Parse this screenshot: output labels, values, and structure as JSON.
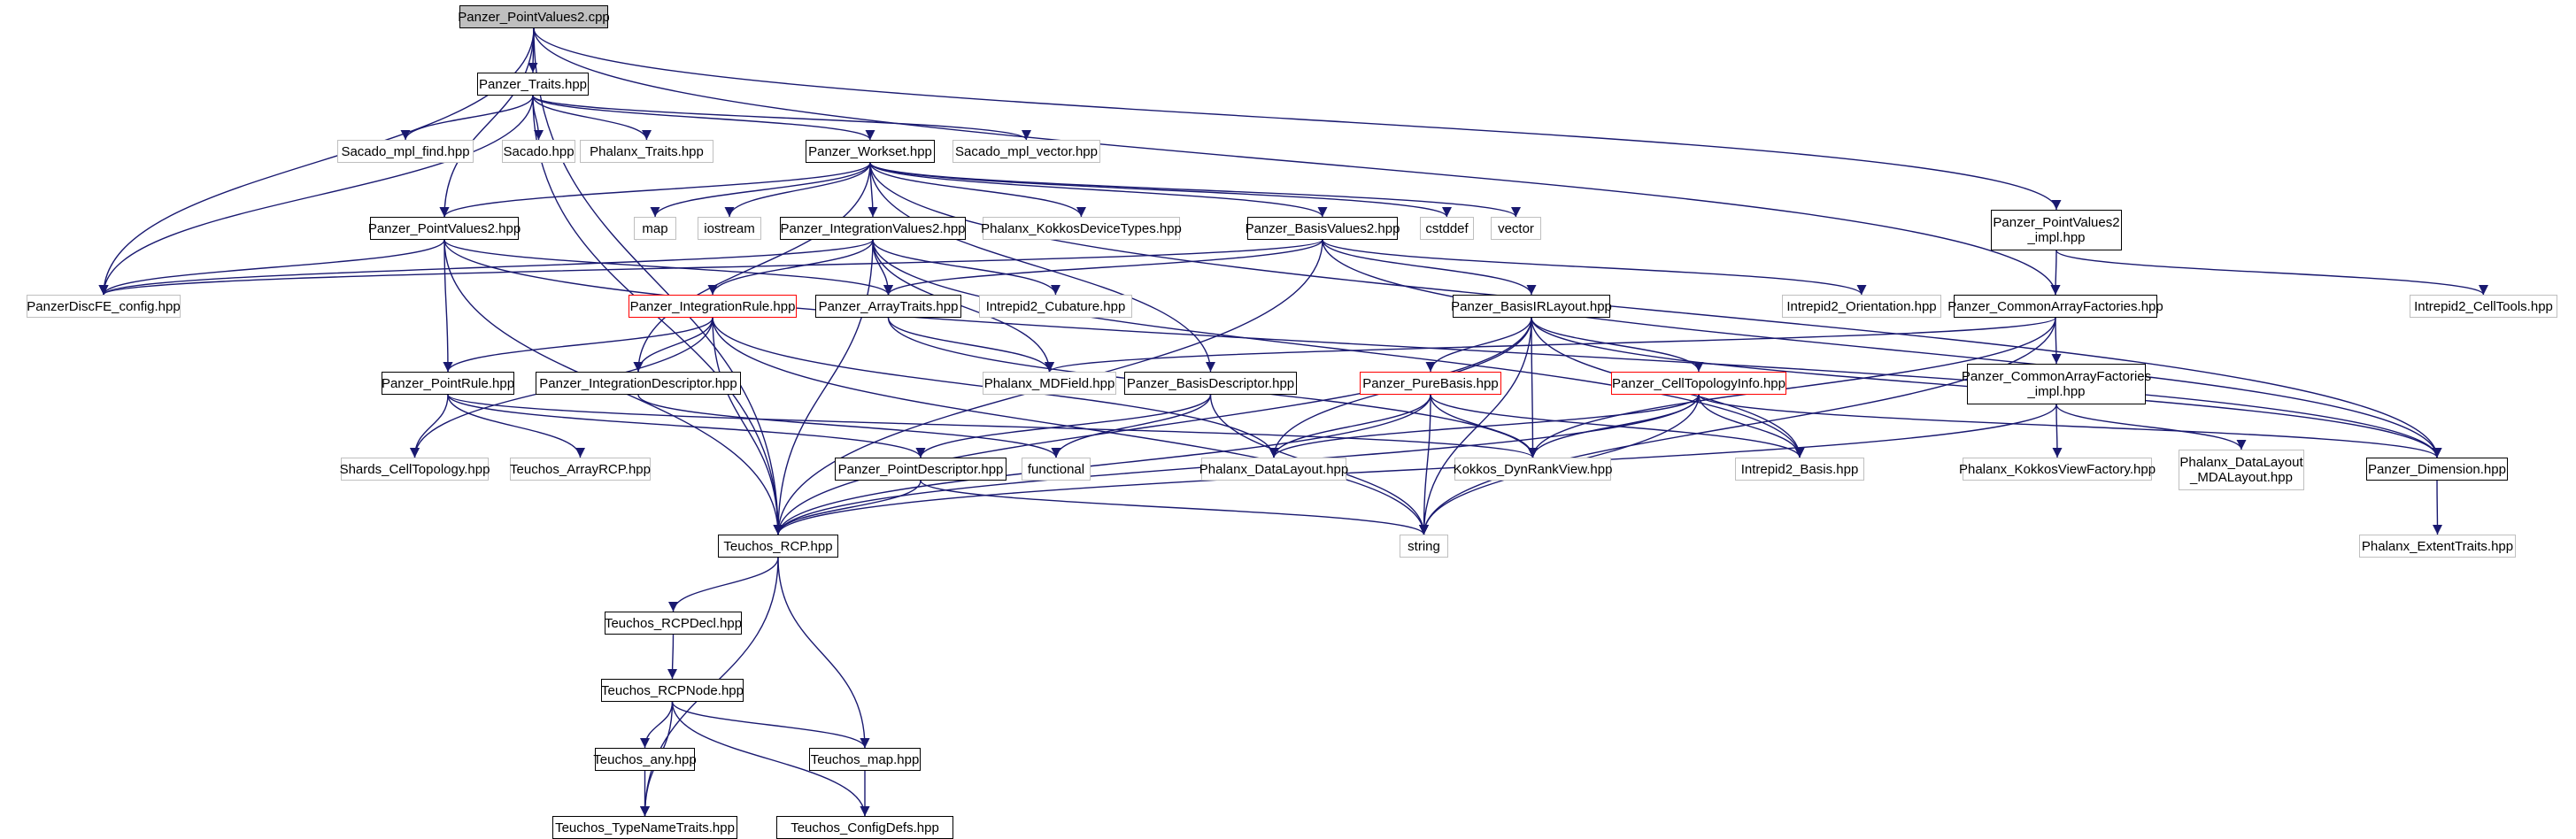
{
  "graph": {
    "edge_color": "#191970",
    "nodes": [
      {
        "id": "root",
        "label": "Panzer_PointValues2.cpp",
        "kind": "root"
      },
      {
        "id": "traits",
        "label": "Panzer_Traits.hpp",
        "kind": "normal"
      },
      {
        "id": "mplfind",
        "label": "Sacado_mpl_find.hpp",
        "kind": "ext"
      },
      {
        "id": "sacado",
        "label": "Sacado.hpp",
        "kind": "ext"
      },
      {
        "id": "phtraits",
        "label": "Phalanx_Traits.hpp",
        "kind": "ext"
      },
      {
        "id": "workset",
        "label": "Panzer_Workset.hpp",
        "kind": "normal"
      },
      {
        "id": "mplvector",
        "label": "Sacado_mpl_vector.hpp",
        "kind": "ext"
      },
      {
        "id": "pv2",
        "label": "Panzer_PointValues2.hpp",
        "kind": "normal"
      },
      {
        "id": "map",
        "label": "map",
        "kind": "ext"
      },
      {
        "id": "iostream",
        "label": "iostream",
        "kind": "ext"
      },
      {
        "id": "iv2",
        "label": "Panzer_IntegrationValues2.hpp",
        "kind": "normal"
      },
      {
        "id": "kdt",
        "label": "Phalanx_KokkosDeviceTypes.hpp",
        "kind": "ext"
      },
      {
        "id": "bv2",
        "label": "Panzer_BasisValues2.hpp",
        "kind": "normal"
      },
      {
        "id": "cstddef",
        "label": "cstddef",
        "kind": "ext"
      },
      {
        "id": "vector",
        "label": "vector",
        "kind": "ext"
      },
      {
        "id": "pvimpl",
        "label": "Panzer_PointValues2\n_impl.hpp",
        "kind": "normal"
      },
      {
        "id": "discfe",
        "label": "PanzerDiscFE_config.hpp",
        "kind": "ext"
      },
      {
        "id": "intrule",
        "label": "Panzer_IntegrationRule.hpp",
        "kind": "missing"
      },
      {
        "id": "arraytraits",
        "label": "Panzer_ArrayTraits.hpp",
        "kind": "normal"
      },
      {
        "id": "cubature",
        "label": "Intrepid2_Cubature.hpp",
        "kind": "ext"
      },
      {
        "id": "birl",
        "label": "Panzer_BasisIRLayout.hpp",
        "kind": "normal"
      },
      {
        "id": "orient",
        "label": "Intrepid2_Orientation.hpp",
        "kind": "ext"
      },
      {
        "id": "caf",
        "label": "Panzer_CommonArrayFactories.hpp",
        "kind": "normal"
      },
      {
        "id": "celltools",
        "label": "Intrepid2_CellTools.hpp",
        "kind": "ext"
      },
      {
        "id": "mdfield",
        "label": "Phalanx_MDField.hpp",
        "kind": "ext"
      },
      {
        "id": "pointrule",
        "label": "Panzer_PointRule.hpp",
        "kind": "normal"
      },
      {
        "id": "intdesc",
        "label": "Panzer_IntegrationDescriptor.hpp",
        "kind": "normal"
      },
      {
        "id": "basisdesc",
        "label": "Panzer_BasisDescriptor.hpp",
        "kind": "normal"
      },
      {
        "id": "purebasis",
        "label": "Panzer_PureBasis.hpp",
        "kind": "missing"
      },
      {
        "id": "celltopo",
        "label": "Panzer_CellTopologyInfo.hpp",
        "kind": "missing"
      },
      {
        "id": "cafimpl",
        "label": "Panzer_CommonArrayFactories\n_impl.hpp",
        "kind": "normal"
      },
      {
        "id": "shards",
        "label": "Shards_CellTopology.hpp",
        "kind": "ext"
      },
      {
        "id": "arrayrcp",
        "label": "Teuchos_ArrayRCP.hpp",
        "kind": "ext"
      },
      {
        "id": "pointdesc",
        "label": "Panzer_PointDescriptor.hpp",
        "kind": "normal"
      },
      {
        "id": "functional",
        "label": "functional",
        "kind": "ext"
      },
      {
        "id": "datalayout",
        "label": "Phalanx_DataLayout.hpp",
        "kind": "ext"
      },
      {
        "id": "dynrank",
        "label": "Kokkos_DynRankView.hpp",
        "kind": "ext"
      },
      {
        "id": "ibasis",
        "label": "Intrepid2_Basis.hpp",
        "kind": "ext"
      },
      {
        "id": "kvf",
        "label": "Phalanx_KokkosViewFactory.hpp",
        "kind": "ext"
      },
      {
        "id": "mdalayout",
        "label": "Phalanx_DataLayout\n_MDALayout.hpp",
        "kind": "ext"
      },
      {
        "id": "dimension",
        "label": "Panzer_Dimension.hpp",
        "kind": "normal"
      },
      {
        "id": "rcp",
        "label": "Teuchos_RCP.hpp",
        "kind": "normal"
      },
      {
        "id": "string",
        "label": "string",
        "kind": "ext"
      },
      {
        "id": "extent",
        "label": "Phalanx_ExtentTraits.hpp",
        "kind": "ext"
      },
      {
        "id": "rcpdecl",
        "label": "Teuchos_RCPDecl.hpp",
        "kind": "normal"
      },
      {
        "id": "rcpnode",
        "label": "Teuchos_RCPNode.hpp",
        "kind": "normal"
      },
      {
        "id": "any",
        "label": "Teuchos_any.hpp",
        "kind": "normal"
      },
      {
        "id": "tmap",
        "label": "Teuchos_map.hpp",
        "kind": "normal"
      },
      {
        "id": "typename",
        "label": "Teuchos_TypeNameTraits.hpp",
        "kind": "normal"
      },
      {
        "id": "configdefs",
        "label": "Teuchos_ConfigDefs.hpp",
        "kind": "normal"
      }
    ],
    "edges": [
      [
        "root",
        "traits"
      ],
      [
        "root",
        "pv2"
      ],
      [
        "root",
        "discfe"
      ],
      [
        "root",
        "pvimpl"
      ],
      [
        "root",
        "caf"
      ],
      [
        "root",
        "rcp"
      ],
      [
        "traits",
        "mplfind"
      ],
      [
        "traits",
        "sacado"
      ],
      [
        "traits",
        "phtraits"
      ],
      [
        "traits",
        "workset"
      ],
      [
        "traits",
        "mplvector"
      ],
      [
        "traits",
        "discfe"
      ],
      [
        "traits",
        "rcp"
      ],
      [
        "workset",
        "map"
      ],
      [
        "workset",
        "iostream"
      ],
      [
        "workset",
        "iv2"
      ],
      [
        "workset",
        "kdt"
      ],
      [
        "workset",
        "bv2"
      ],
      [
        "workset",
        "cstddef"
      ],
      [
        "workset",
        "vector"
      ],
      [
        "workset",
        "pv2"
      ],
      [
        "workset",
        "intdesc"
      ],
      [
        "workset",
        "basisdesc"
      ],
      [
        "workset",
        "dimension"
      ],
      [
        "pv2",
        "discfe"
      ],
      [
        "pv2",
        "arraytraits"
      ],
      [
        "pv2",
        "pointrule"
      ],
      [
        "pv2",
        "rcp"
      ],
      [
        "pv2",
        "dimension"
      ],
      [
        "iv2",
        "discfe"
      ],
      [
        "iv2",
        "intrule"
      ],
      [
        "iv2",
        "arraytraits"
      ],
      [
        "iv2",
        "cubature"
      ],
      [
        "iv2",
        "mdfield"
      ],
      [
        "iv2",
        "rcp"
      ],
      [
        "iv2",
        "ibasis"
      ],
      [
        "bv2",
        "birl"
      ],
      [
        "bv2",
        "arraytraits"
      ],
      [
        "bv2",
        "orient"
      ],
      [
        "bv2",
        "discfe"
      ],
      [
        "bv2",
        "rcp"
      ],
      [
        "bv2",
        "dimension"
      ],
      [
        "pvimpl",
        "caf"
      ],
      [
        "pvimpl",
        "celltools"
      ],
      [
        "caf",
        "cafimpl"
      ],
      [
        "caf",
        "dynrank"
      ],
      [
        "caf",
        "mdfield"
      ],
      [
        "caf",
        "string"
      ],
      [
        "intrule",
        "pointrule"
      ],
      [
        "intrule",
        "intdesc"
      ],
      [
        "intrule",
        "shards"
      ],
      [
        "intrule",
        "rcp"
      ],
      [
        "intrule",
        "datalayout"
      ],
      [
        "intrule",
        "string"
      ],
      [
        "arraytraits",
        "mdfield"
      ],
      [
        "arraytraits",
        "dynrank"
      ],
      [
        "birl",
        "purebasis"
      ],
      [
        "birl",
        "celltopo"
      ],
      [
        "birl",
        "datalayout"
      ],
      [
        "birl",
        "dynrank"
      ],
      [
        "birl",
        "ibasis"
      ],
      [
        "birl",
        "string"
      ],
      [
        "birl",
        "rcp"
      ],
      [
        "birl",
        "dimension"
      ],
      [
        "pointrule",
        "shards"
      ],
      [
        "pointrule",
        "arrayrcp"
      ],
      [
        "pointrule",
        "pointdesc"
      ],
      [
        "pointrule",
        "dynrank"
      ],
      [
        "basisdesc",
        "pointdesc"
      ],
      [
        "basisdesc",
        "functional"
      ],
      [
        "basisdesc",
        "string"
      ],
      [
        "intdesc",
        "functional"
      ],
      [
        "purebasis",
        "datalayout"
      ],
      [
        "purebasis",
        "dynrank"
      ],
      [
        "purebasis",
        "ibasis"
      ],
      [
        "purebasis",
        "rcp"
      ],
      [
        "purebasis",
        "string"
      ],
      [
        "celltopo",
        "datalayout"
      ],
      [
        "celltopo",
        "dynrank"
      ],
      [
        "celltopo",
        "ibasis"
      ],
      [
        "celltopo",
        "dimension"
      ],
      [
        "celltopo",
        "rcp"
      ],
      [
        "celltopo",
        "string"
      ],
      [
        "cafimpl",
        "kvf"
      ],
      [
        "cafimpl",
        "mdalayout"
      ],
      [
        "cafimpl",
        "rcp"
      ],
      [
        "pointdesc",
        "rcp"
      ],
      [
        "pointdesc",
        "string"
      ],
      [
        "dimension",
        "extent"
      ],
      [
        "rcp",
        "rcpdecl"
      ],
      [
        "rcp",
        "tmap"
      ],
      [
        "rcp",
        "typename"
      ],
      [
        "rcpdecl",
        "rcpnode"
      ],
      [
        "rcpnode",
        "any"
      ],
      [
        "rcpnode",
        "tmap"
      ],
      [
        "rcpnode",
        "typename"
      ],
      [
        "rcpnode",
        "configdefs"
      ],
      [
        "any",
        "typename"
      ],
      [
        "tmap",
        "configdefs"
      ]
    ]
  }
}
